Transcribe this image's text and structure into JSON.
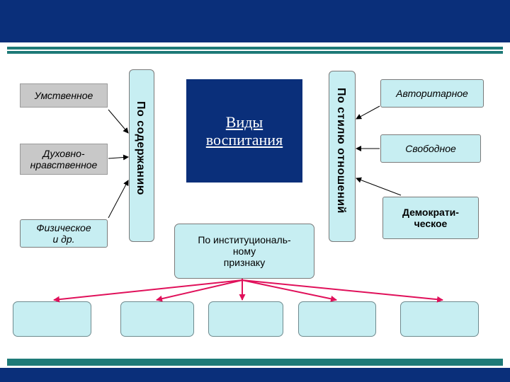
{
  "diagram": {
    "center_title": "Виды\nвоспитания",
    "left_category": "По содержанию",
    "right_category": "По стилю отношений",
    "bottom_category": "По институциональ-\nному\nпризнаку",
    "left_items": [
      "Умственное",
      "Духовно-\nнравственное",
      "Физическое\nи др."
    ],
    "right_items": [
      "Авторитарное",
      "Свободное",
      "Демократи-\nческое"
    ],
    "bottom_items": [
      "",
      "",
      "",
      "",
      ""
    ]
  },
  "colors": {
    "header_band": "#0a2f7a",
    "accent_stripe": "#1e7a78",
    "box_fill": "#c7eef2",
    "grey_box_fill": "#c8c8c8",
    "arrow_color": "#e0105a"
  }
}
